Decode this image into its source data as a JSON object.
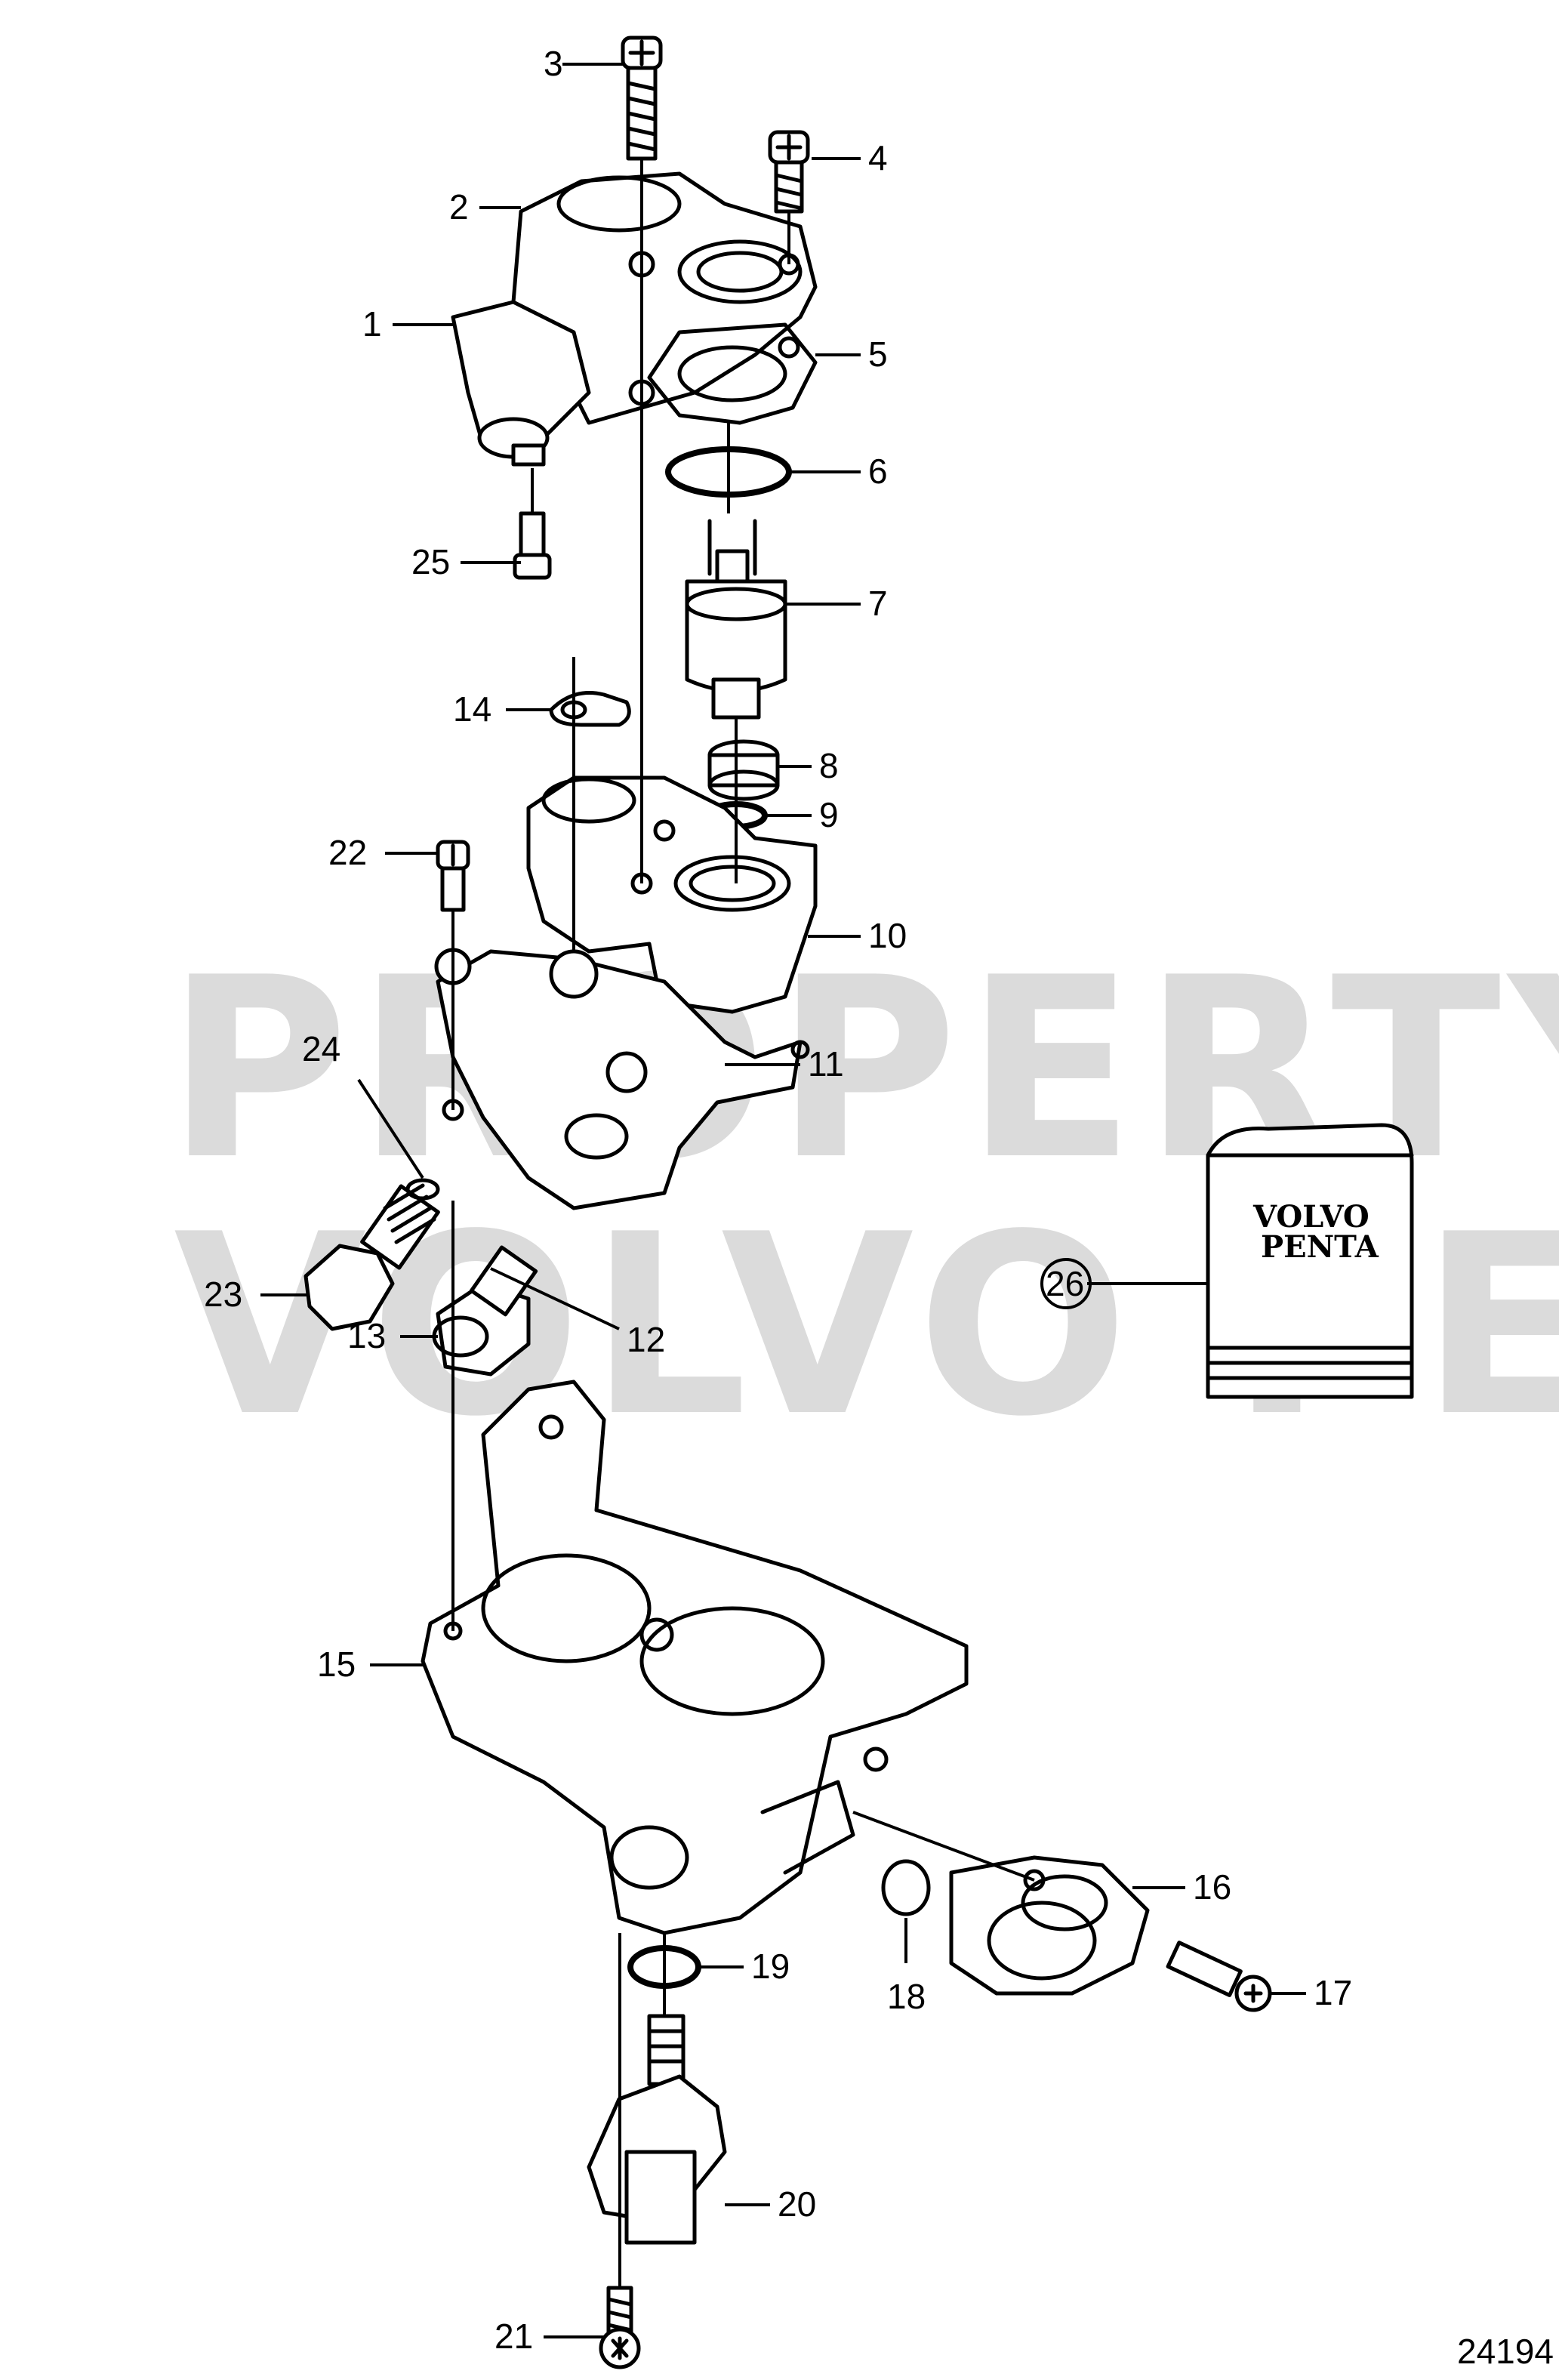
{
  "watermark": {
    "line1": "PROPERTY OF",
    "line2": "VOLVO PENTA"
  },
  "kit_box": {
    "brand_line1": "VOLVO",
    "brand_line2": "PENTA"
  },
  "callouts": [
    "1",
    "2",
    "3",
    "4",
    "5",
    "6",
    "7",
    "8",
    "9",
    "10",
    "11",
    "12",
    "13",
    "14",
    "15",
    "16",
    "17",
    "18",
    "19",
    "20",
    "21",
    "22",
    "23",
    "24",
    "25",
    "26"
  ],
  "figure_number": "24194"
}
